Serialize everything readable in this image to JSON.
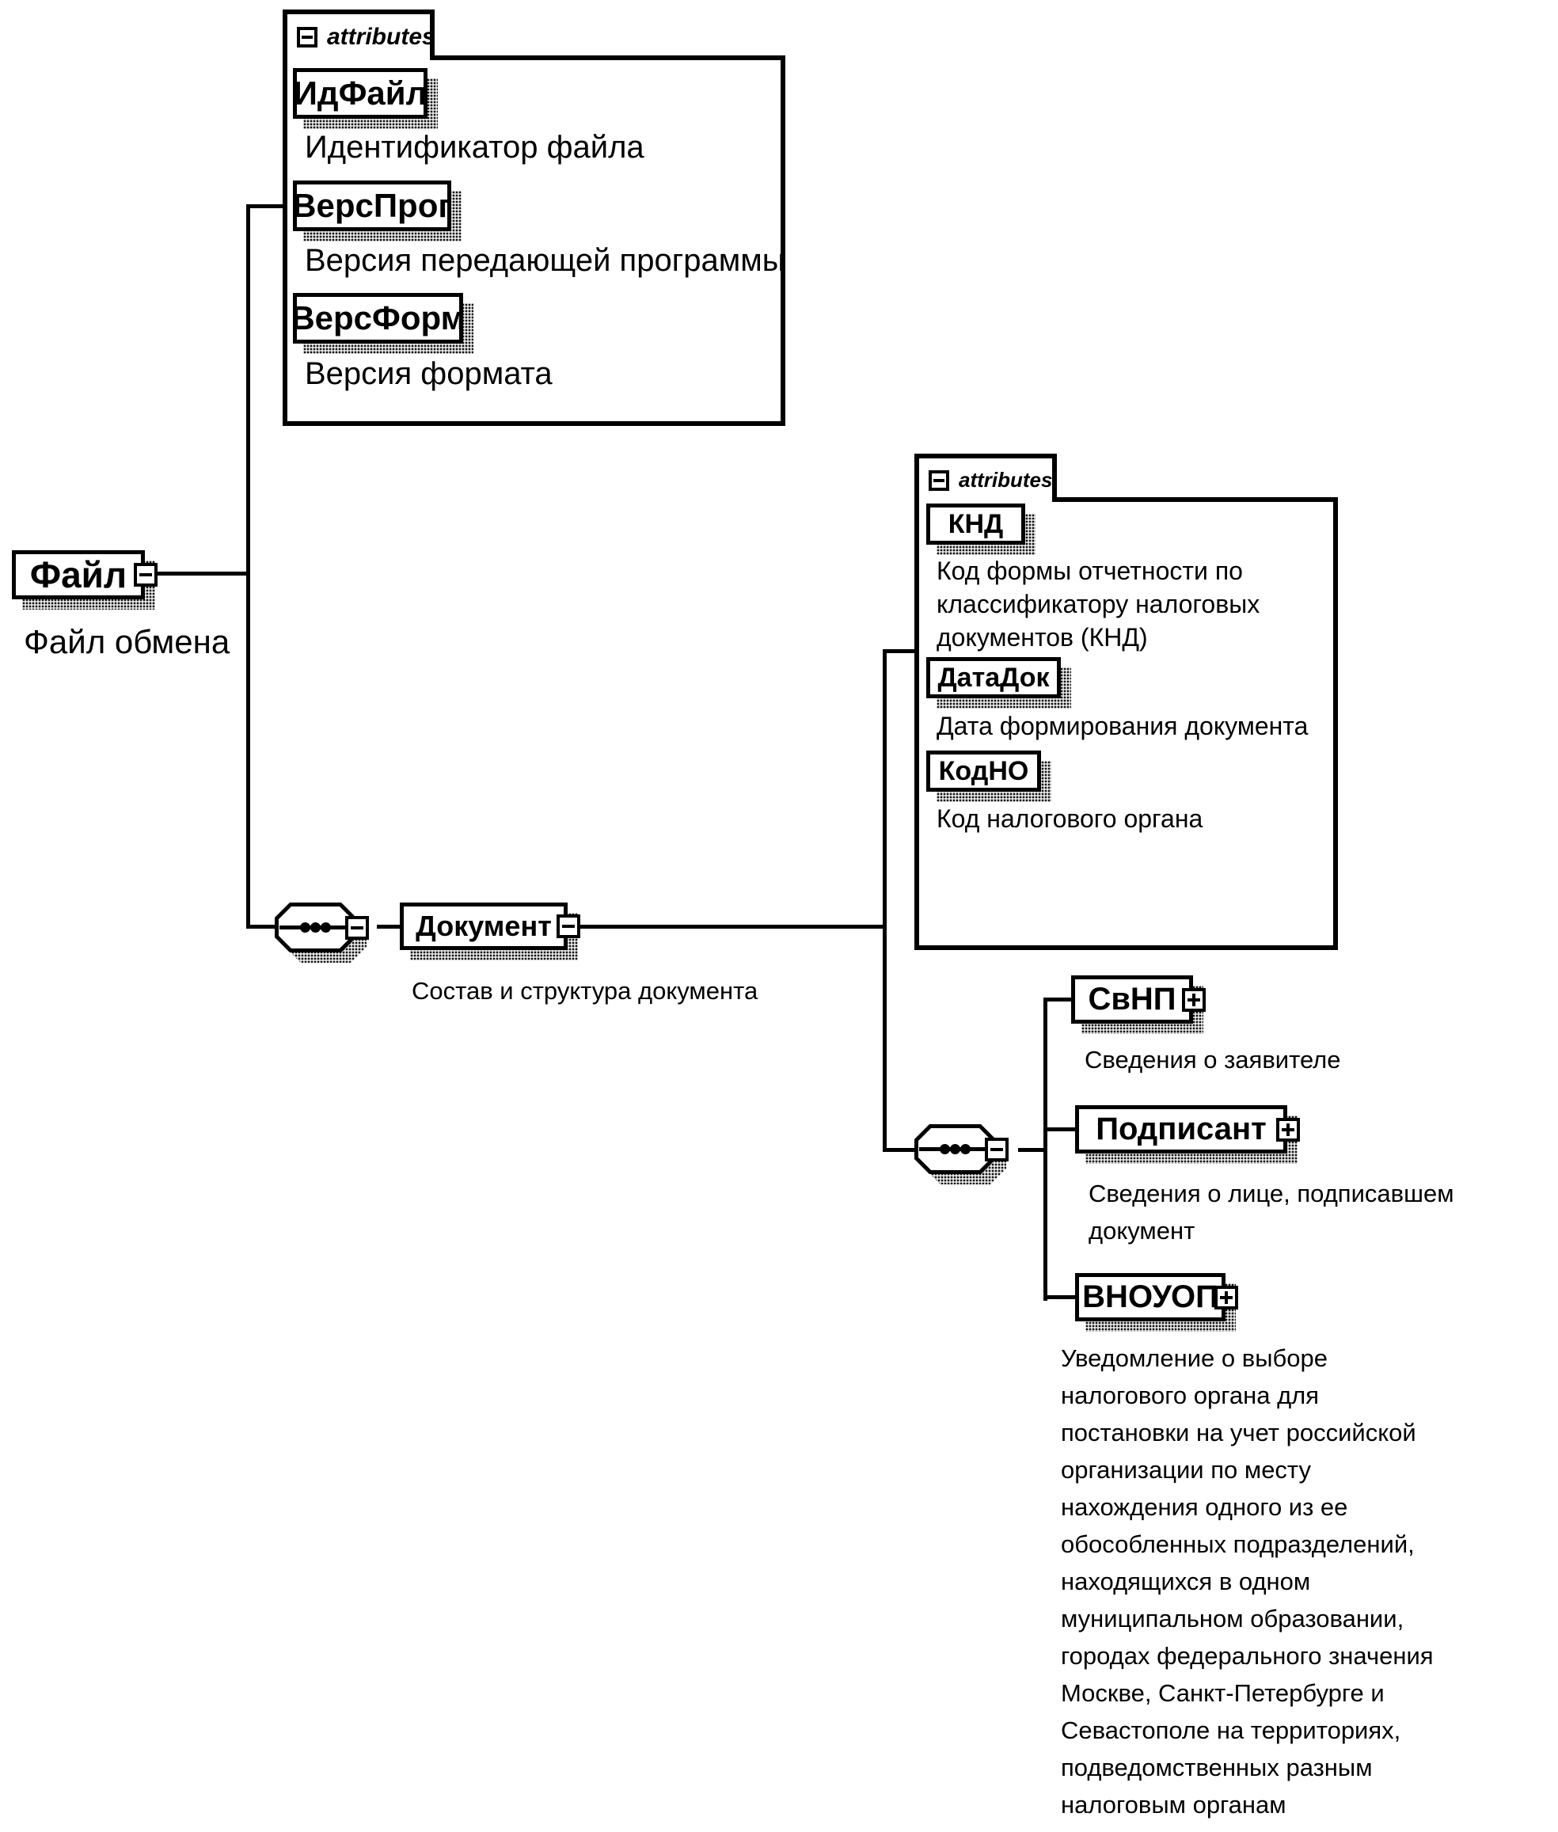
{
  "diagram": {
    "attributes_header": "attributes",
    "colors": {
      "ink": "#000000",
      "paper": "#ffffff"
    },
    "file": {
      "name": "Файл",
      "annotation": "Файл обмена"
    },
    "file_attributes": [
      {
        "name": "ИдФайл",
        "annotation": "Идентификатор файла"
      },
      {
        "name": "ВерсПрог",
        "annotation": "Версия передающей программы"
      },
      {
        "name": "ВерсФорм",
        "annotation": "Версия формата"
      }
    ],
    "document": {
      "name": "Документ",
      "annotation": "Состав и структура документа"
    },
    "document_attributes": [
      {
        "name": "КНД",
        "annotation": "Код формы отчетности по\nклассификатору налоговых\nдокументов (КНД)"
      },
      {
        "name": "ДатаДок",
        "annotation": "Дата формирования документа"
      },
      {
        "name": "КодНО",
        "annotation": "Код налогового органа"
      }
    ],
    "document_children": [
      {
        "name": "СвНП",
        "annotation": "Сведения о заявителе"
      },
      {
        "name": "Подписант",
        "annotation": "Сведения о лице, подписавшем\nдокумент"
      },
      {
        "name": "ВНОУОП",
        "annotation": "Уведомление о выборе\nналогового органа для\nпостановки на учет российской\nорганизации по месту\nнахождения одного из ее\nобособленных подразделений,\nнаходящихся в одном\nмуниципальном образовании,\nгородах федерального значения\nМоскве, Санкт-Петербурге и\nСевастополе на территориях,\nподведомственных разным\nналоговым органам"
      }
    ]
  }
}
